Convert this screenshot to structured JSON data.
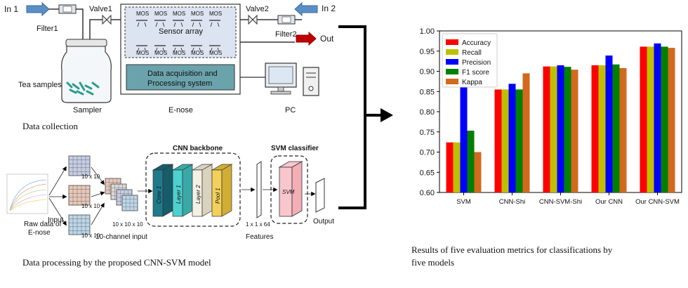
{
  "collection": {
    "in1": "In 1",
    "in2": "In 2",
    "valve1": "Valve1",
    "valve2": "Valve2",
    "filter1": "Filter1",
    "filter2": "Filter2",
    "out": "Out",
    "sampler": "Sampler",
    "tea_samples": "Tea samples",
    "sensor_array": "Sensor array",
    "mos": "MOS",
    "daq_line1": "Data acquisition and",
    "daq_line2": "Processing system",
    "enose": "E-nose",
    "pc": "PC",
    "caption": "Data collection"
  },
  "processing": {
    "cnn_backbone": "CNN backbone",
    "svm_classifier": "SVM classifier",
    "input": "Input",
    "raw_line1": "Raw data of",
    "raw_line2": "E-nose",
    "channel_input": "10-channel input",
    "dim_10x10": "10 x 10",
    "dim_10x10x10": "10 x 10 x 10",
    "features_dim": "1 x 1 x 64",
    "features": "Features",
    "output": "Output",
    "layers": [
      "Conv 1",
      "Layer 1",
      "Layer 2",
      "Pool 1"
    ],
    "svm": "SVM",
    "caption": "Data processing by the proposed CNN-SVM model"
  },
  "results_caption_line1": "Results of five evaluation metrics for classifications by",
  "results_caption_line2": "five models",
  "chart_data": {
    "type": "bar",
    "categories": [
      "SVM",
      "CNN-Shi",
      "CNN-SVM-Shi",
      "Our CNN",
      "Our CNN-SVM"
    ],
    "ylim": [
      0.6,
      1.0
    ],
    "yticks": [
      "0.60",
      "0.65",
      "0.70",
      "0.75",
      "0.80",
      "0.85",
      "0.90",
      "0.95",
      "1.00"
    ],
    "legend_position": "top-left",
    "series": [
      {
        "name": "Accuracy",
        "color": "#ff0000",
        "values": [
          0.724,
          0.855,
          0.912,
          0.915,
          0.961
        ]
      },
      {
        "name": "Recall",
        "color": "#bfbf00",
        "values": [
          0.724,
          0.855,
          0.912,
          0.915,
          0.961
        ]
      },
      {
        "name": "Precision",
        "color": "#0000ff",
        "values": [
          0.866,
          0.869,
          0.915,
          0.939,
          0.969
        ]
      },
      {
        "name": "F1 score",
        "color": "#008000",
        "values": [
          0.753,
          0.855,
          0.911,
          0.917,
          0.961
        ]
      },
      {
        "name": "Kappa",
        "color": "#d2691e",
        "values": [
          0.7,
          0.895,
          0.904,
          0.908,
          0.958
        ]
      }
    ]
  }
}
